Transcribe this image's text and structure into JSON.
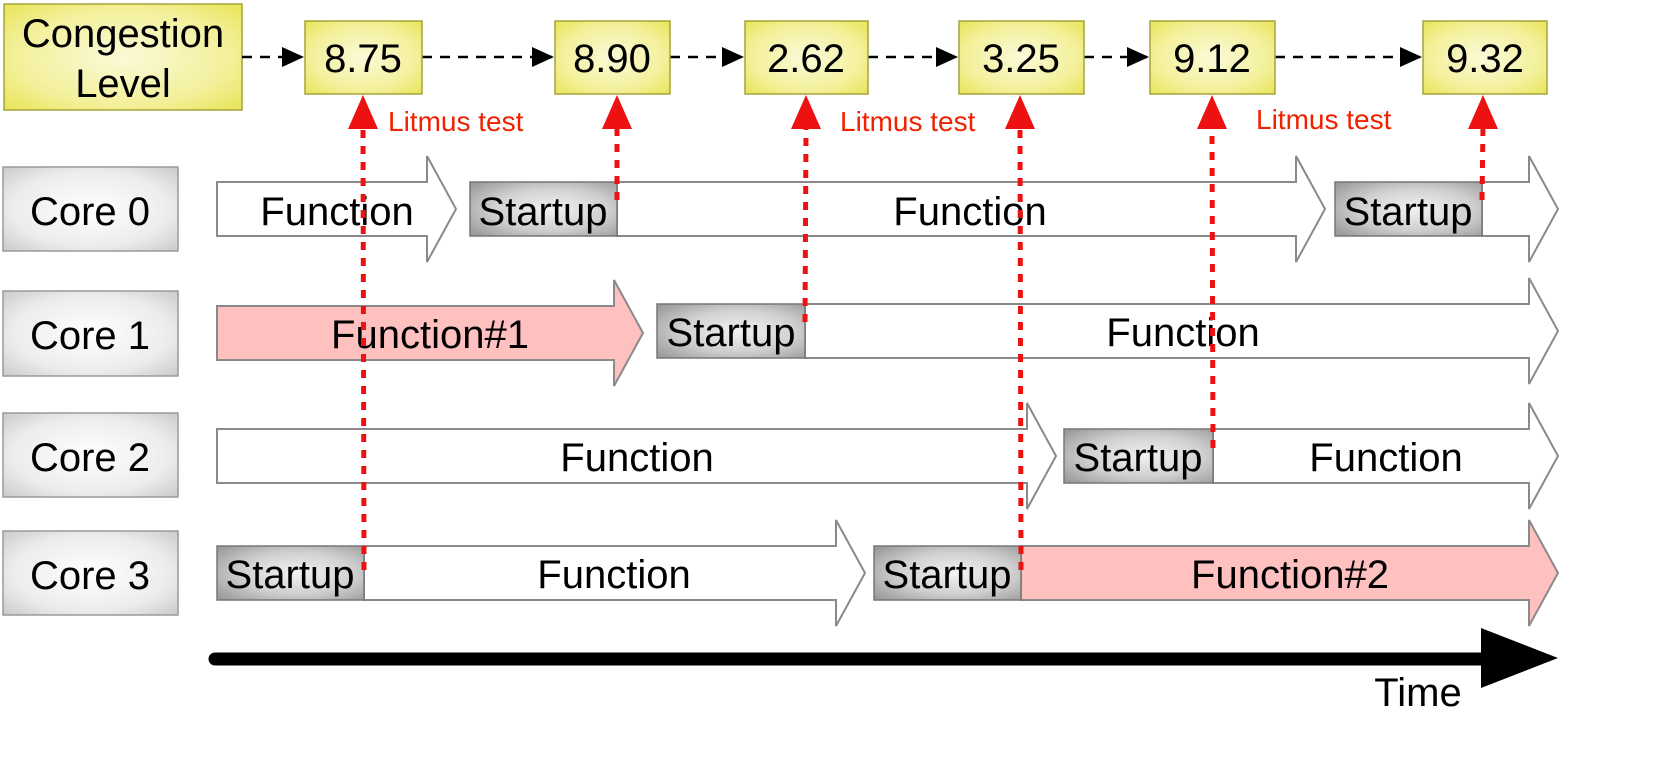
{
  "congestion_label": [
    "Congestion",
    "Level"
  ],
  "congestion_levels": [
    "8.75",
    "8.90",
    "2.62",
    "3.25",
    "9.12",
    "9.32"
  ],
  "litmus_label": "Litmus test",
  "cores": [
    {
      "label": "Core 0",
      "segments": [
        {
          "kind": "function",
          "text": "Function"
        },
        {
          "kind": "startup",
          "text": "Startup"
        },
        {
          "kind": "function",
          "text": "Function"
        },
        {
          "kind": "startup",
          "text": "Startup"
        },
        {
          "kind": "function",
          "text": ""
        }
      ]
    },
    {
      "label": "Core 1",
      "segments": [
        {
          "kind": "highlight",
          "text": "Function#1"
        },
        {
          "kind": "startup",
          "text": "Startup"
        },
        {
          "kind": "function",
          "text": "Function"
        }
      ]
    },
    {
      "label": "Core 2",
      "segments": [
        {
          "kind": "function",
          "text": "Function"
        },
        {
          "kind": "startup",
          "text": "Startup"
        },
        {
          "kind": "function",
          "text": "Function"
        }
      ]
    },
    {
      "label": "Core 3",
      "segments": [
        {
          "kind": "startup",
          "text": "Startup"
        },
        {
          "kind": "function",
          "text": "Function"
        },
        {
          "kind": "startup",
          "text": "Startup"
        },
        {
          "kind": "highlight",
          "text": "Function#2"
        }
      ]
    }
  ],
  "time_label": "Time",
  "colors": {
    "level_fill": "#f2ef90",
    "highlight_fill": "#ffc0c0",
    "litmus_red": "#ee1111",
    "startup_gray": "#c8c8c8"
  }
}
